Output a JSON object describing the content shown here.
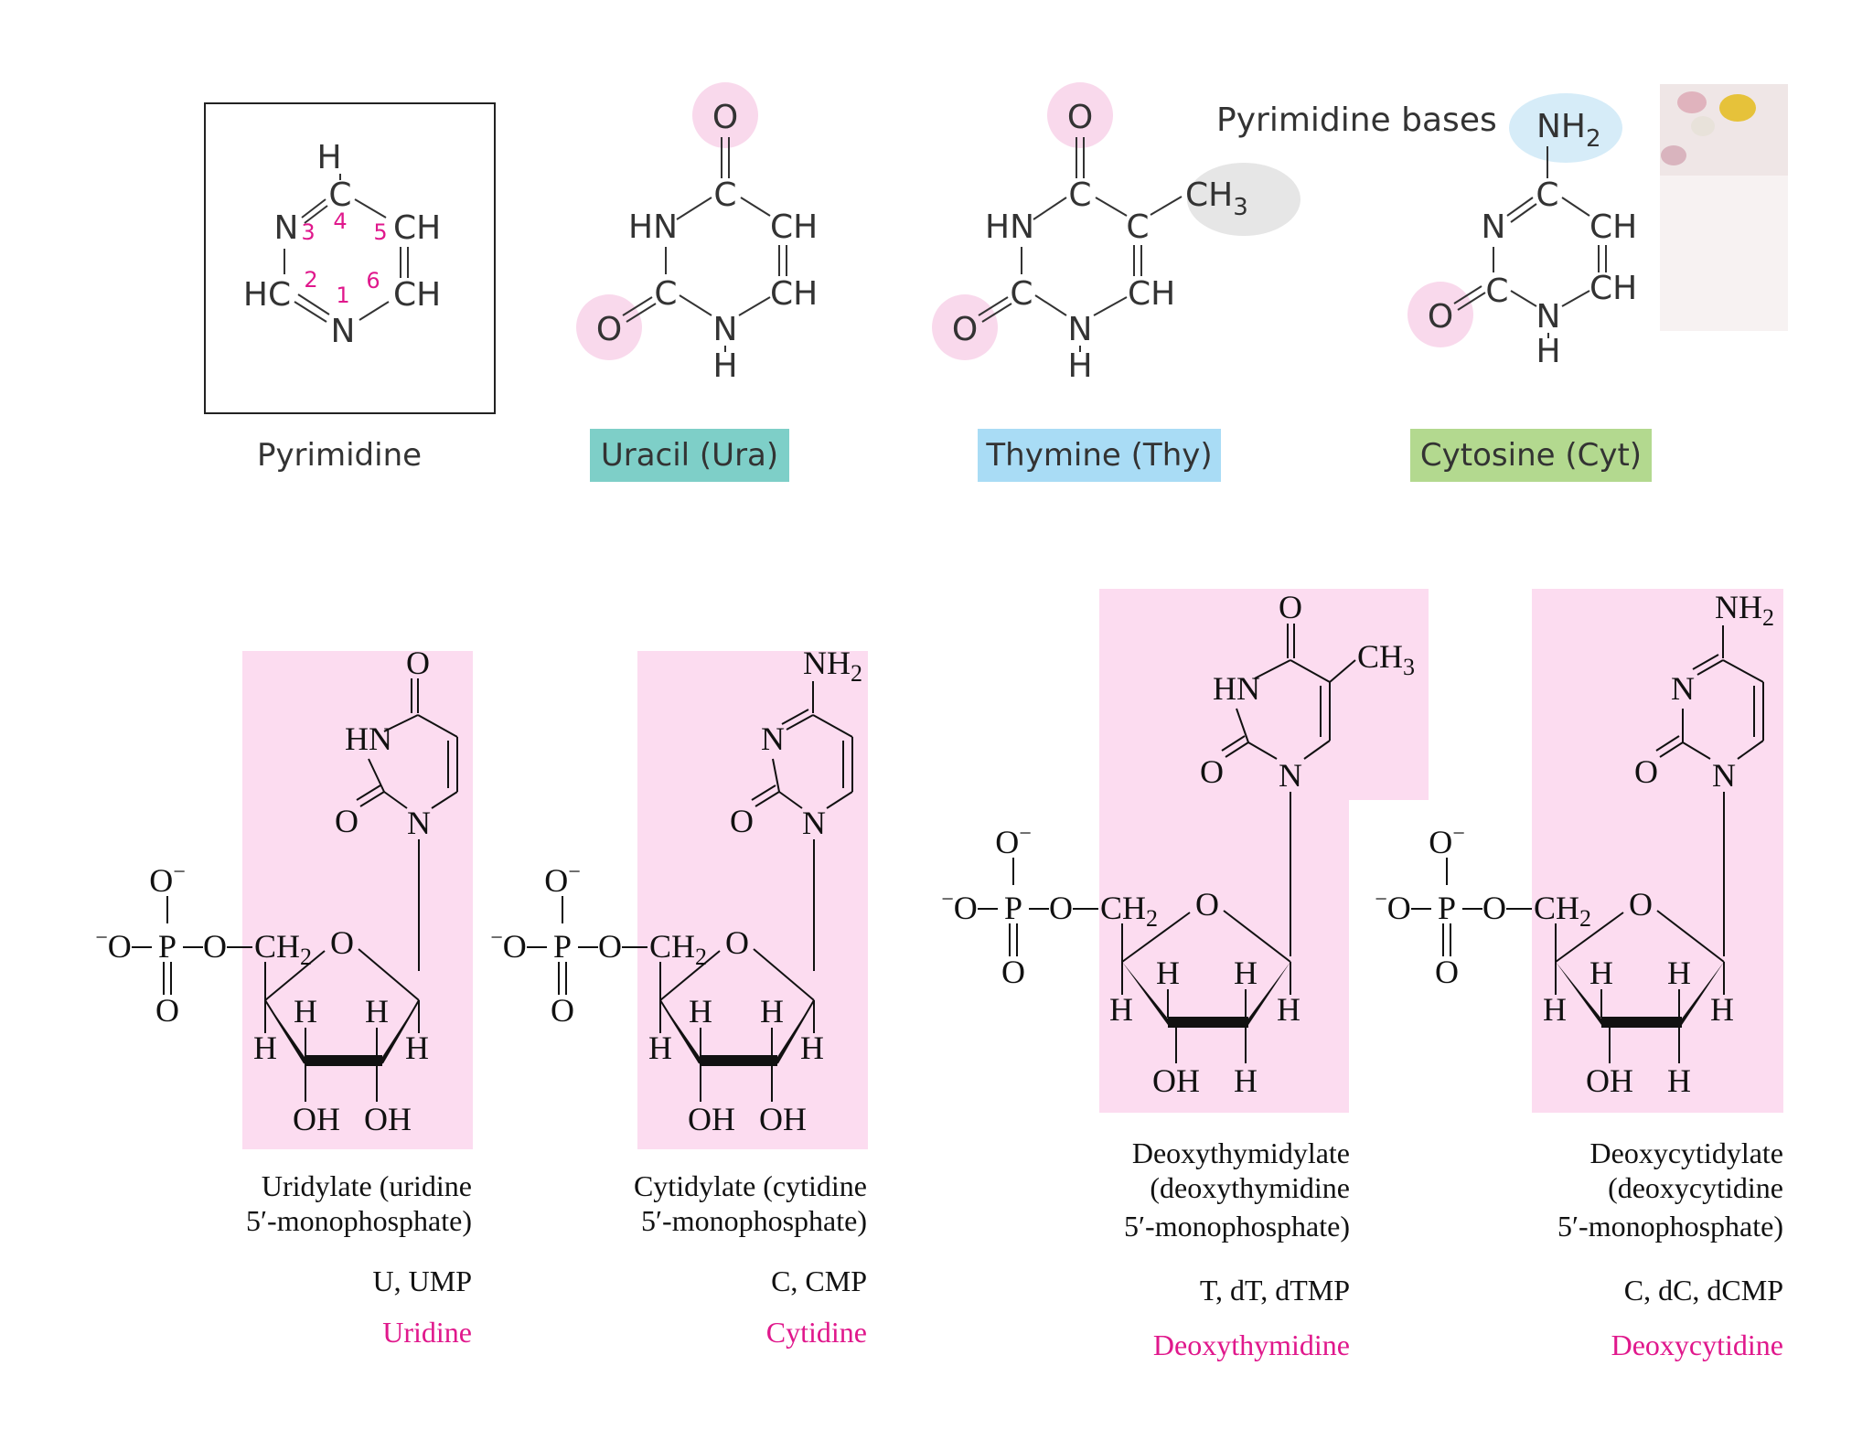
{
  "top": {
    "heading": "Pyrimidine bases",
    "pyrimidine": {
      "caption": "Pyrimidine",
      "atoms": {
        "h_top": "H",
        "c4": "C",
        "n3": "N",
        "c5": "CH",
        "c2": "HC",
        "c6": "CH",
        "n1": "N"
      },
      "numbers": [
        "1",
        "2",
        "3",
        "4",
        "5",
        "6"
      ]
    },
    "uracil": {
      "caption": "Uracil (Ura)",
      "caption_bg": "#7ecfc8",
      "atoms": {
        "o_top": "O",
        "c_top": "C",
        "hn": "HN",
        "ch_right": "CH",
        "c_left": "C",
        "ch_bottom": "CH",
        "o_left": "O",
        "n_bottom": "N",
        "h_bottom": "H"
      }
    },
    "thymine": {
      "caption": "Thymine (Thy)",
      "caption_bg": "#a9dcf5",
      "atoms": {
        "o_top": "O",
        "c_top": "C",
        "hn": "HN",
        "c_right": "C",
        "ch3": "CH",
        "ch3_sub": "3",
        "c_left": "C",
        "ch_bottom": "CH",
        "o_left": "O",
        "n_bottom": "N",
        "h_bottom": "H"
      }
    },
    "cytosine": {
      "caption": "Cytosine (Cyt)",
      "caption_bg": "#b3d98f",
      "atoms": {
        "nh2": "NH",
        "nh2_sub": "2",
        "c_top": "C",
        "n_left": "N",
        "ch_right": "CH",
        "c_left": "C",
        "ch_bottom": "CH",
        "o_left": "O",
        "n_bottom": "N",
        "h_bottom": "H"
      }
    }
  },
  "highlight_colors": {
    "pink_circle": "#f9d9ec",
    "blue_circle": "#d6ecf8",
    "grey_circle": "#e6e6e6",
    "nucleoside_box": "#fcdcf0",
    "accent_text": "#e0188c",
    "ring_number": "#e0188c"
  },
  "nucleotides": [
    {
      "name_line1": "Uridylate (uridine",
      "name_line2": "5′-monophosphate)",
      "name_line3": "",
      "abbrev": "U, UMP",
      "nucleoside": "Uridine",
      "base_atoms": {
        "o": "O",
        "hn": "HN",
        "o2": "O",
        "n1": "N"
      },
      "sugar": {
        "o_ring": "O",
        "h1": "H",
        "h2": "H",
        "h3": "H",
        "h4": "H",
        "oh3": "OH",
        "x2": "OH"
      }
    },
    {
      "name_line1": "Cytidylate (cytidine",
      "name_line2": "5′-monophosphate)",
      "name_line3": "",
      "abbrev": "C, CMP",
      "nucleoside": "Cytidine",
      "base_atoms": {
        "nh2": "NH",
        "nh2_sub": "2",
        "n3": "N",
        "o2": "O",
        "n1": "N"
      },
      "sugar": {
        "o_ring": "O",
        "h1": "H",
        "h2": "H",
        "h3": "H",
        "h4": "H",
        "oh3": "OH",
        "x2": "OH"
      }
    },
    {
      "name_line1": "Deoxythymidylate",
      "name_line2": "(deoxythymidine",
      "name_line3": "5′-monophosphate)",
      "abbrev": "T, dT, dTMP",
      "nucleoside": "Deoxythymidine",
      "base_atoms": {
        "o": "O",
        "hn": "HN",
        "ch3": "CH",
        "ch3_sub": "3",
        "o2": "O",
        "n1": "N"
      },
      "sugar": {
        "o_ring": "O",
        "h1": "H",
        "h2": "H",
        "h3": "H",
        "h4": "H",
        "oh3": "OH",
        "x2": "H"
      }
    },
    {
      "name_line1": "Deoxycytidylate",
      "name_line2": "(deoxycytidine",
      "name_line3": "5′-monophosphate)",
      "abbrev": "C, dC, dCMP",
      "nucleoside": "Deoxycytidine",
      "base_atoms": {
        "nh2": "NH",
        "nh2_sub": "2",
        "n3": "N",
        "o2": "O",
        "n1": "N"
      },
      "sugar": {
        "o_ring": "O",
        "h1": "H",
        "h2": "H",
        "h3": "H",
        "h4": "H",
        "oh3": "OH",
        "x2": "H"
      }
    }
  ],
  "phosphate": {
    "o_top": "O",
    "o_top_charge": "−",
    "o_left": "O",
    "o_left_charge": "−",
    "p": "P",
    "o_bridge": "O",
    "ch2": "CH",
    "ch2_sub": "2",
    "o_bottom": "O"
  }
}
